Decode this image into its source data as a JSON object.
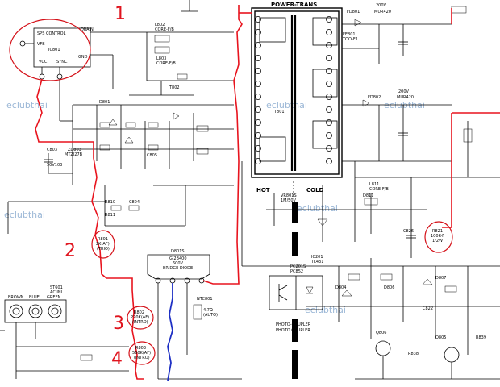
{
  "watermarks": [
    "eclubthai",
    "eclubthai",
    "eclubthai",
    "eclubthai",
    "eclubthai",
    "eclubthai"
  ],
  "markers": [
    "1",
    "2",
    "3",
    "4"
  ],
  "transformer": {
    "title": "POWER-TRANS",
    "hot": "HOT",
    "cold": "COLD"
  },
  "sps": {
    "title": "SPS CONTROL",
    "drain": "DRAIN",
    "vfb": "VFB",
    "vcc": "VCC",
    "sync": "SYNC",
    "gnd": "GND",
    "part": "IC801"
  },
  "bridge": {
    "ref": "D801S",
    "part": "GI2B400",
    "v": "600V",
    "label": "BRIDGE DIODE"
  },
  "photocoupler": {
    "ref": "PC201S",
    "part": "PC852",
    "label1": "PHOTO-COUPLER",
    "label2": "PHOTO COUPLER"
  },
  "connector": {
    "ref": "ST601",
    "label": "AC INL",
    "pins": [
      "BROWN",
      "BLUE",
      "GREEN"
    ]
  },
  "labels": {
    "r801": "R801",
    "r801v": "2K(AF)",
    "r801p": "(TRIO)",
    "r802": "R802",
    "r802v": "220K(AF)",
    "r802p": "(INTRO)",
    "r803": "R803",
    "r803v": "560K(AF)",
    "r803p": "(INTRO)",
    "r817": "R821",
    "r817v": "100K-F",
    "r817p": "1/2W",
    "ntc": "NTC801",
    "ntcv": "4.7Ω",
    "ntcp": "(AUTO)",
    "l802": "L802",
    "l802v": "CORE-F/B",
    "l803": "L803",
    "l803v": "CORE-F/B",
    "t802": "T802",
    "d801": "D801",
    "zd803": "ZD803",
    "zd803v": "MTZJ27B",
    "c803": "C803",
    "c803v": "50V103",
    "c804": "C804",
    "c805": "C805",
    "r810": "R810",
    "r811": "R811",
    "d804": "D804",
    "d806": "D806",
    "d807": "D807",
    "c822": "C822",
    "d811": "D811",
    "c826": "C826",
    "q806": "Q806",
    "q805": "Q805",
    "vr801": "VR801S",
    "vr801v": "1M/50V",
    "l811": "L811",
    "l811v": "CORE-F/B",
    "ic201": "IC201",
    "ic201v": "TL431",
    "fe801": "FE801",
    "fe801v": "TOO-F1",
    "fd801": "FD801",
    "fd801v": "MUR420",
    "fd802": "FD802",
    "fd802v": "MUR420",
    "v200": "200V",
    "v200b": "200V",
    "r838": "R838",
    "r839": "R839",
    "t801": "T801"
  }
}
